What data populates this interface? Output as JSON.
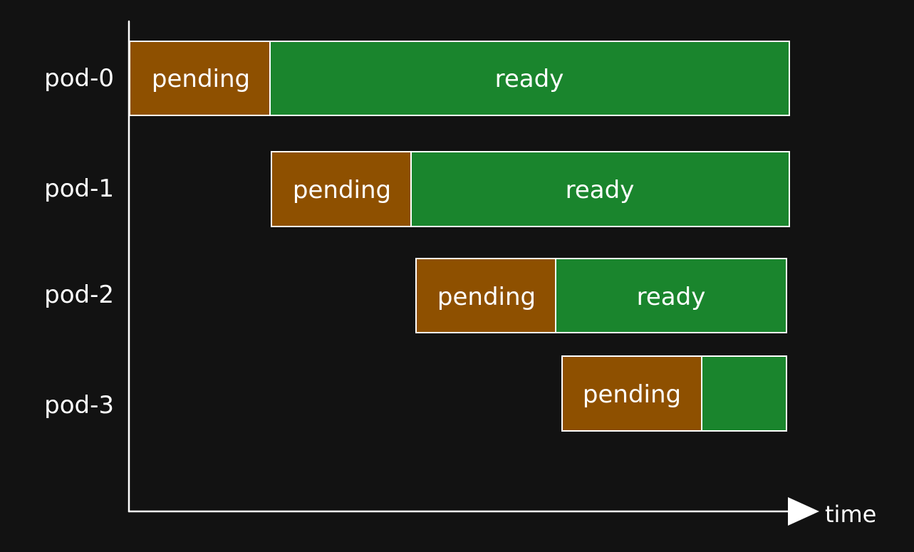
{
  "colors": {
    "background": "#121212",
    "pending": "#8e5000",
    "ready": "#1a852d",
    "outline": "#ffffff",
    "text": "#ffffff"
  },
  "axis": {
    "x_label": "time"
  },
  "rows": [
    {
      "label": "pod-0",
      "segments": [
        {
          "state": "pending",
          "text": "pending"
        },
        {
          "state": "ready",
          "text": "ready"
        }
      ]
    },
    {
      "label": "pod-1",
      "segments": [
        {
          "state": "pending",
          "text": "pending"
        },
        {
          "state": "ready",
          "text": "ready"
        }
      ]
    },
    {
      "label": "pod-2",
      "segments": [
        {
          "state": "pending",
          "text": "pending"
        },
        {
          "state": "ready",
          "text": "ready"
        }
      ]
    },
    {
      "label": "pod-3",
      "segments": [
        {
          "state": "pending",
          "text": "pending"
        },
        {
          "state": "ready",
          "text": ""
        }
      ]
    }
  ]
}
